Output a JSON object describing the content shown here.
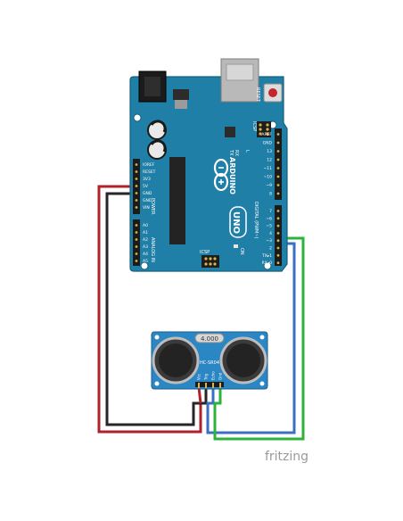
{
  "footer": {
    "watermark": "fritzing"
  },
  "arduino": {
    "board_name": "UNO",
    "brand": "ARDUINO",
    "reset_label": "RESET",
    "tx_label": "TX",
    "rx_label": "RX",
    "l_label": "L",
    "on_label": "ON",
    "icsp_top_label": "ICSP",
    "icsp_bottom_label": "ICSP",
    "power_header_title": "POWER",
    "analog_header_title": "ANALOG IN",
    "digital_header_title": "DIGITAL (PWM~)",
    "power_pins": [
      "IOREF",
      "RESET",
      "3V3",
      "5V",
      "GND",
      "GND",
      "VIN"
    ],
    "analog_pins": [
      "A0",
      "A1",
      "A2",
      "A3",
      "A4",
      "A5"
    ],
    "digital_top_pins": [
      "AREF",
      "GND",
      "13",
      "12",
      "~11",
      "~10",
      "~9",
      "8"
    ],
    "digital_bottom_pins": [
      "7",
      "~6",
      "~5",
      "4",
      "~3",
      "2",
      "TX▸1",
      "RX◂0"
    ]
  },
  "sensor": {
    "crystal_label": "4.000",
    "model": "HC-SR04",
    "pins": [
      "Vcc",
      "Trig",
      "Echo",
      "Gnd"
    ]
  },
  "colors": {
    "board": "#1f7fa6",
    "board_dark": "#16607f",
    "sensor_board": "#2b86c4",
    "wire_red": "#b3202a",
    "wire_black": "#262626",
    "wire_blue": "#3a6fc4",
    "wire_green": "#2db33a",
    "watermark": "#9a9a9a"
  }
}
